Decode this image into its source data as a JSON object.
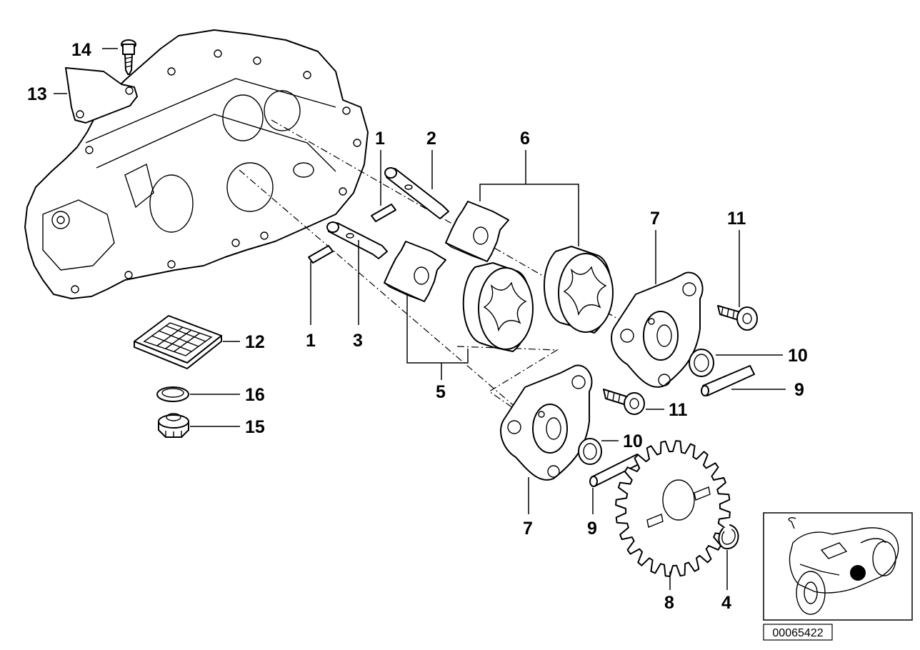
{
  "diagram": {
    "reference_number": "00065422",
    "callouts": {
      "c1a": "1",
      "c2": "2",
      "c6": "6",
      "c7a": "7",
      "c11a": "11",
      "c14": "14",
      "c13": "13",
      "c12": "12",
      "c16": "16",
      "c15": "15",
      "c1b": "1",
      "c3": "3",
      "c5": "5",
      "c10a": "10",
      "c9a": "9",
      "c11b": "11",
      "c10b": "10",
      "c7b": "7",
      "c9b": "9",
      "c8": "8",
      "c4": "4"
    },
    "colors": {
      "line": "#000000",
      "background": "#ffffff",
      "marker": "#000000"
    }
  }
}
